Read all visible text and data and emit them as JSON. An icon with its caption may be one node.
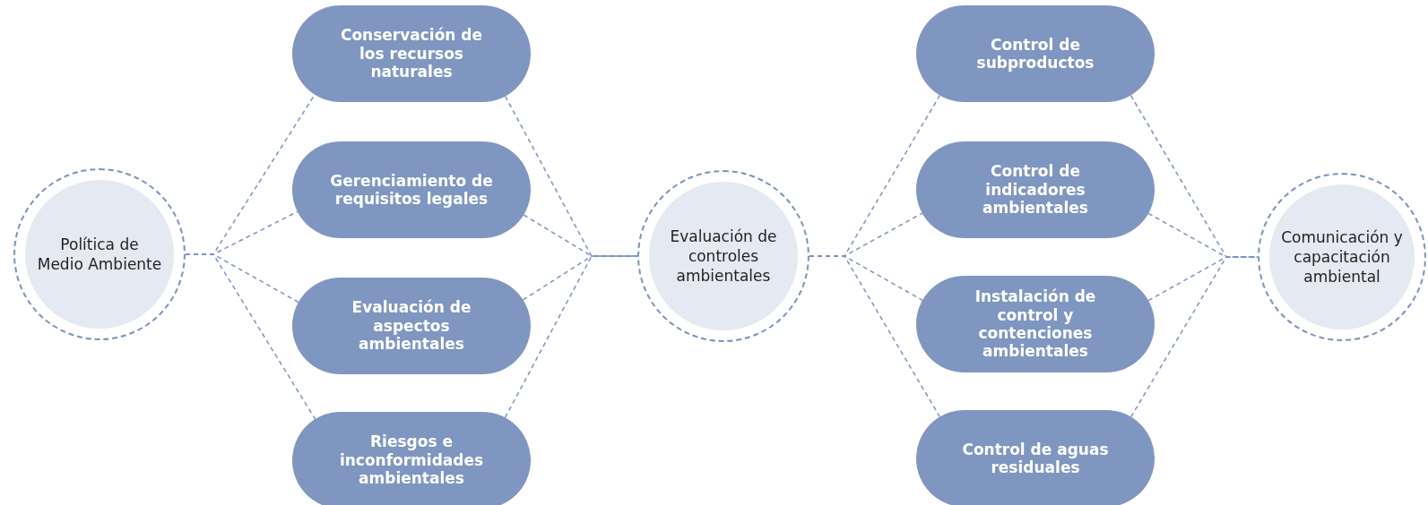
{
  "diagram": {
    "nodes": [
      {
        "text": [
          "Política de Medio Ambiente"
        ]
      },
      {
        "text": [
          "Conservación de los recursos naturales"
        ]
      },
      {
        "text": [
          "Gerenciamiento de requisitos legales"
        ]
      },
      {
        "text": [
          "Evaluación de aspectos ambientales"
        ]
      },
      {
        "text": [
          "Riesgos e inconformidades ambientales"
        ]
      },
      {
        "text": [
          "Evaluación de controles ambientales"
        ]
      },
      {
        "text": [
          "Control de subproductos"
        ]
      },
      {
        "text": [
          "Control de indicadores ambientales"
        ]
      },
      {
        "text": [
          "Instalación de control y contenciones ambientales"
        ]
      },
      {
        "text": [
          "Control de aguas residuales"
        ]
      },
      {
        "text": [
          "Comunicación y capacitación ambiental"
        ]
      }
    ],
    "edges": [
      {
        "from": 0,
        "to": 1,
        "arrow": "none",
        "style": "dashed"
      },
      {
        "from": 0,
        "to": 2,
        "arrow": "none",
        "style": "dashed"
      },
      {
        "from": 0,
        "to": 3,
        "arrow": "none",
        "style": "dashed"
      },
      {
        "from": 0,
        "to": 4,
        "arrow": "none",
        "style": "dashed"
      },
      {
        "from": 1,
        "to": 5,
        "arrow": "none",
        "style": "dashed"
      },
      {
        "from": 2,
        "to": 5,
        "arrow": "none",
        "style": "dashed"
      },
      {
        "from": 3,
        "to": 5,
        "arrow": "none",
        "style": "dashed"
      },
      {
        "from": 4,
        "to": 5,
        "arrow": "none",
        "style": "dashed"
      },
      {
        "from": 5,
        "to": 6,
        "arrow": "none",
        "style": "dashed"
      },
      {
        "from": 5,
        "to": 7,
        "arrow": "none",
        "style": "dashed"
      },
      {
        "from": 5,
        "to": 8,
        "arrow": "none",
        "style": "dashed"
      },
      {
        "from": 5,
        "to": 9,
        "arrow": "none",
        "style": "dashed"
      },
      {
        "from": 6,
        "to": 10,
        "arrow": "none",
        "style": "dashed"
      },
      {
        "from": 7,
        "to": 10,
        "arrow": "none",
        "style": "dashed"
      },
      {
        "from": 8,
        "to": 10,
        "arrow": "none",
        "style": "dashed"
      },
      {
        "from": 9,
        "to": 10,
        "arrow": "none",
        "style": "dashed"
      }
    ]
  }
}
